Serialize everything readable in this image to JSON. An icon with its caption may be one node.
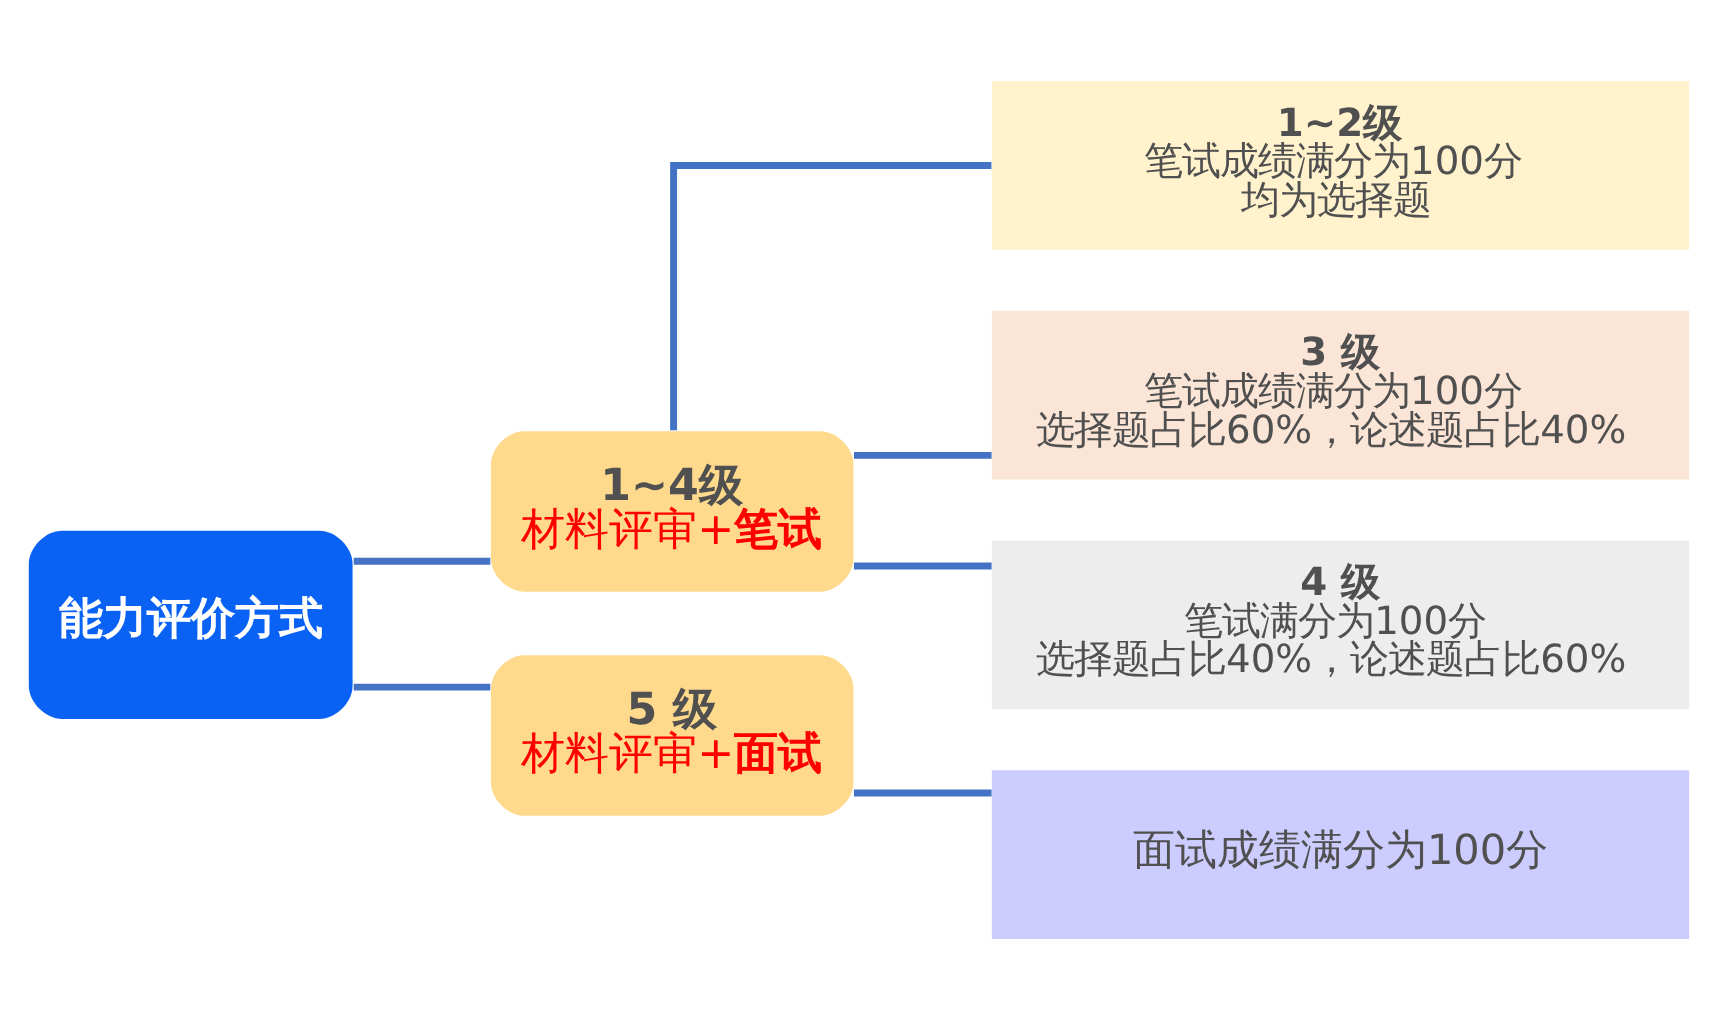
{
  "diagram": {
    "nodes": [
      {
        "text": [
          "能力评价方式"
        ]
      },
      {
        "text": [
          "1~4级",
          "材料评审+**笔试**"
        ]
      },
      {
        "text": [
          "1~2级",
          "笔试成绩满分为100分",
          "均为选择题"
        ]
      },
      {
        "text": [
          "3 级",
          "笔试成绩满分为100分",
          "选择题占比60%，论述题占比40%"
        ]
      },
      {
        "text": [
          "4 级",
          "笔试满分为100分",
          "选择题占比40%，论述题占比60%"
        ]
      },
      {
        "text": [
          "5 级",
          "材料评审+**面试**"
        ]
      },
      {
        "text": [
          "面试成绩满分为100分"
        ]
      }
    ],
    "edges": [
      {
        "from": 0,
        "to": 1,
        "arrow": "none"
      },
      {
        "from": 0,
        "to": 5,
        "arrow": "none"
      },
      {
        "from": 1,
        "to": 2,
        "arrow": "none"
      },
      {
        "from": 1,
        "to": 3,
        "arrow": "none"
      },
      {
        "from": 1,
        "to": 4,
        "arrow": "none"
      },
      {
        "from": 5,
        "to": 6,
        "arrow": "none"
      }
    ]
  }
}
